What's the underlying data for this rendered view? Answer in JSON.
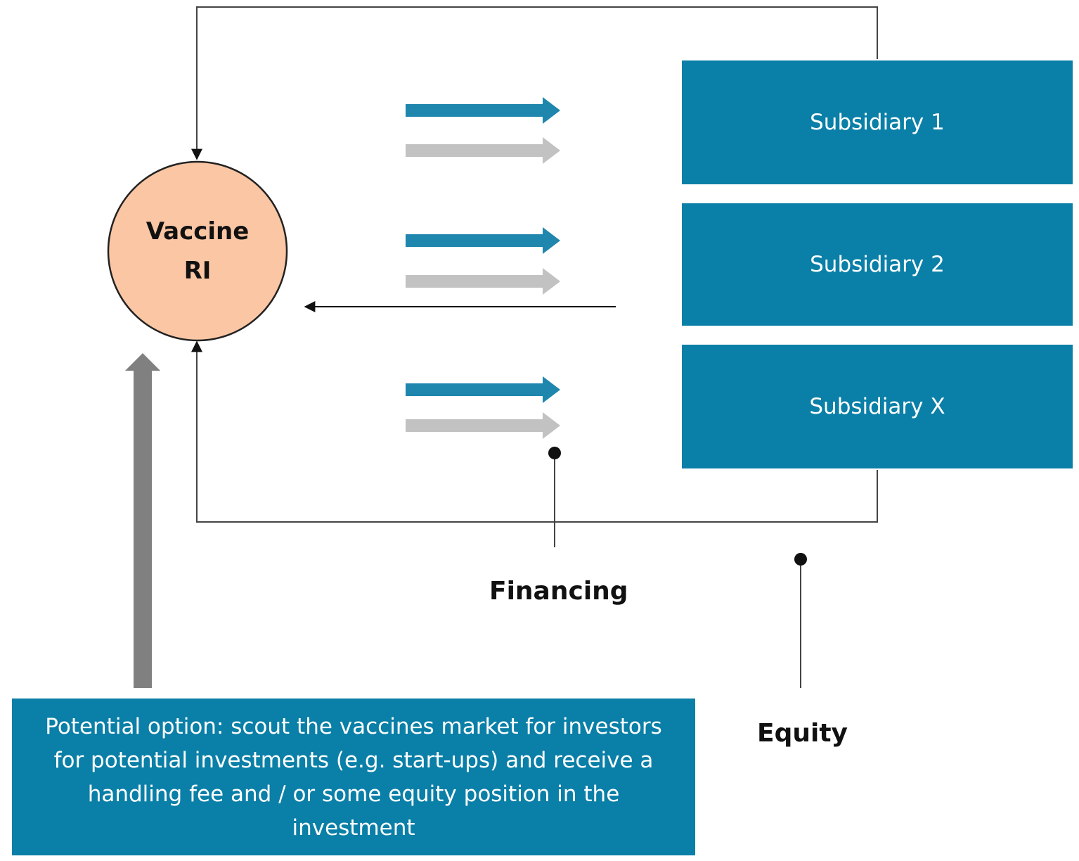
{
  "center": {
    "label": "Vaccine\nRI"
  },
  "subsidiaries": [
    {
      "label": "Subsidiary 1"
    },
    {
      "label": "Subsidiary 2"
    },
    {
      "label": "Subsidiary X"
    }
  ],
  "legend": {
    "financing": "Financing",
    "equity": "Equity"
  },
  "info_box": {
    "text": "Potential option: scout the vaccines market for investors for potential investments (e.g. start-ups) and receive a handling fee and / or some equity position in the investment"
  },
  "colors": {
    "box_blue": "#0a7fa7",
    "arrow_blue": "#1f86ad",
    "arrow_gray": "#c2c2c2",
    "big_arrow_gray": "#808080",
    "circle_fill": "#fbc6a4",
    "line": "#444444"
  }
}
